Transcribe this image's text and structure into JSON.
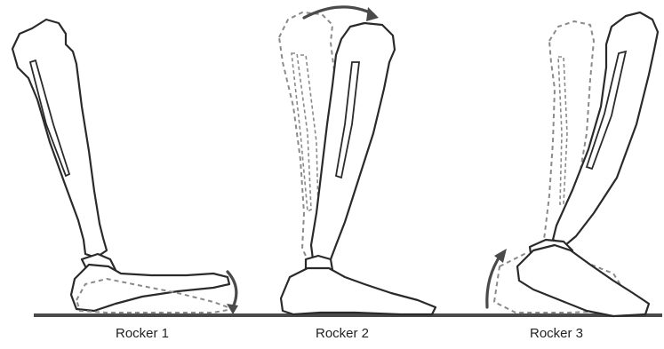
{
  "panels": [
    {
      "label": "Rocker 1"
    },
    {
      "label": "Rocker 2"
    },
    {
      "label": "Rocker 3"
    }
  ]
}
